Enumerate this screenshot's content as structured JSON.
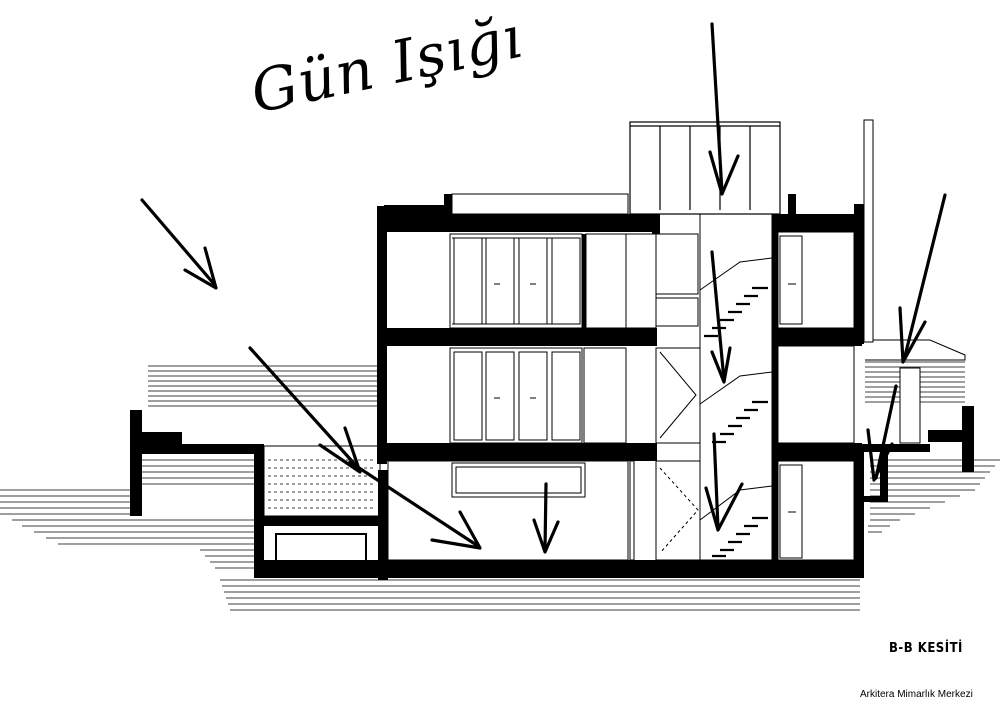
{
  "drawing": {
    "handwritten_note": "Gün Işığı",
    "section_title": "B-B KESİTİ",
    "credit": "Arkitera Mimarlık Merkezi",
    "colors": {
      "ink": "#000000",
      "paper": "#ffffff"
    }
  }
}
